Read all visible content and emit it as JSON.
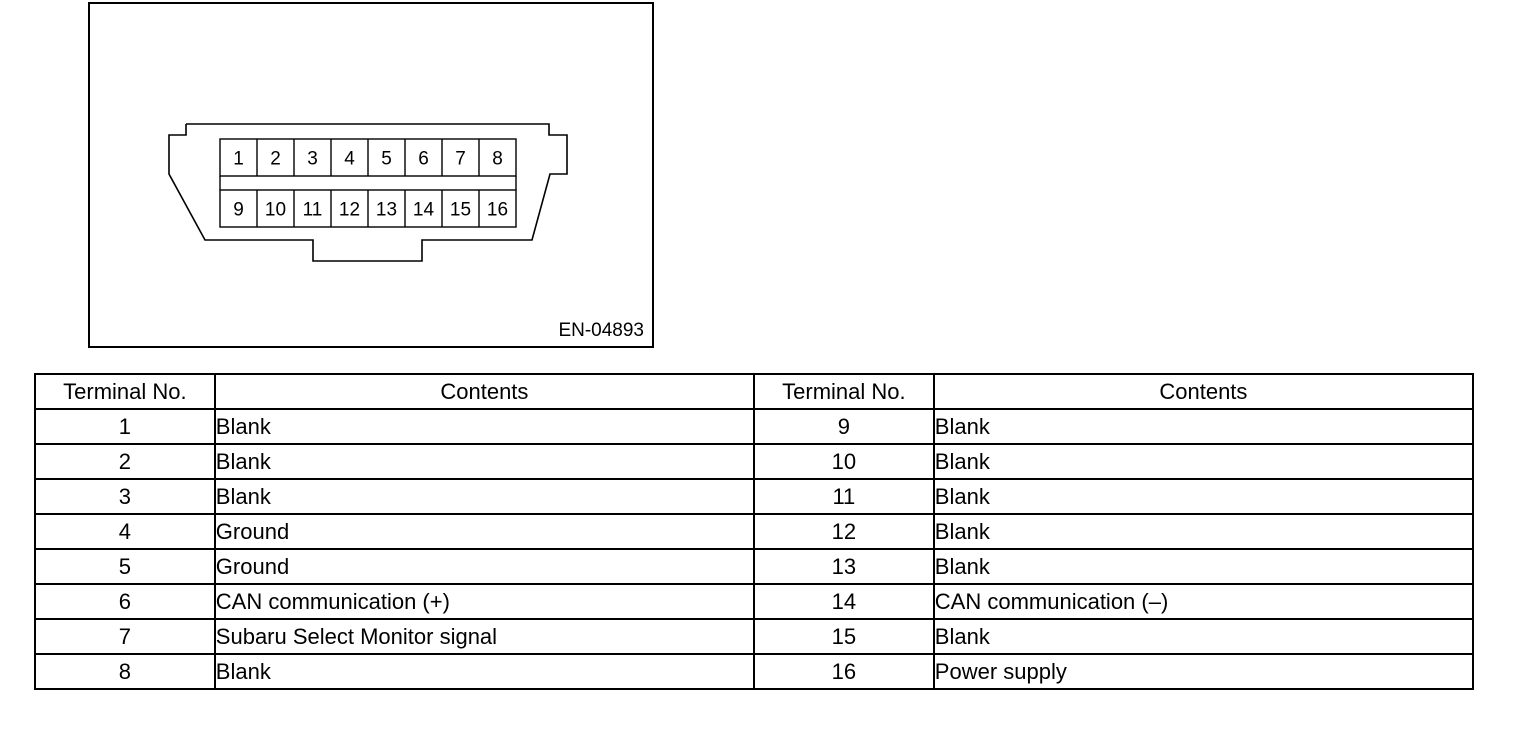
{
  "figure": {
    "code": "EN-04893",
    "pins_top": [
      "1",
      "2",
      "3",
      "4",
      "5",
      "6",
      "7",
      "8"
    ],
    "pins_bottom": [
      "9",
      "10",
      "11",
      "12",
      "13",
      "14",
      "15",
      "16"
    ]
  },
  "table": {
    "headers": [
      "Terminal No.",
      "Contents",
      "Terminal No.",
      "Contents"
    ],
    "rows": [
      {
        "left_no": "1",
        "left_content": "Blank",
        "right_no": "9",
        "right_content": "Blank"
      },
      {
        "left_no": "2",
        "left_content": "Blank",
        "right_no": "10",
        "right_content": "Blank"
      },
      {
        "left_no": "3",
        "left_content": "Blank",
        "right_no": "11",
        "right_content": "Blank"
      },
      {
        "left_no": "4",
        "left_content": "Ground",
        "right_no": "12",
        "right_content": "Blank"
      },
      {
        "left_no": "5",
        "left_content": "Ground",
        "right_no": "13",
        "right_content": "Blank"
      },
      {
        "left_no": "6",
        "left_content": "CAN communication (+)",
        "right_no": "14",
        "right_content": "CAN communication (–)"
      },
      {
        "left_no": "7",
        "left_content": "Subaru Select Monitor signal",
        "right_no": "15",
        "right_content": "Blank"
      },
      {
        "left_no": "8",
        "left_content": "Blank",
        "right_no": "16",
        "right_content": "Power supply"
      }
    ]
  }
}
